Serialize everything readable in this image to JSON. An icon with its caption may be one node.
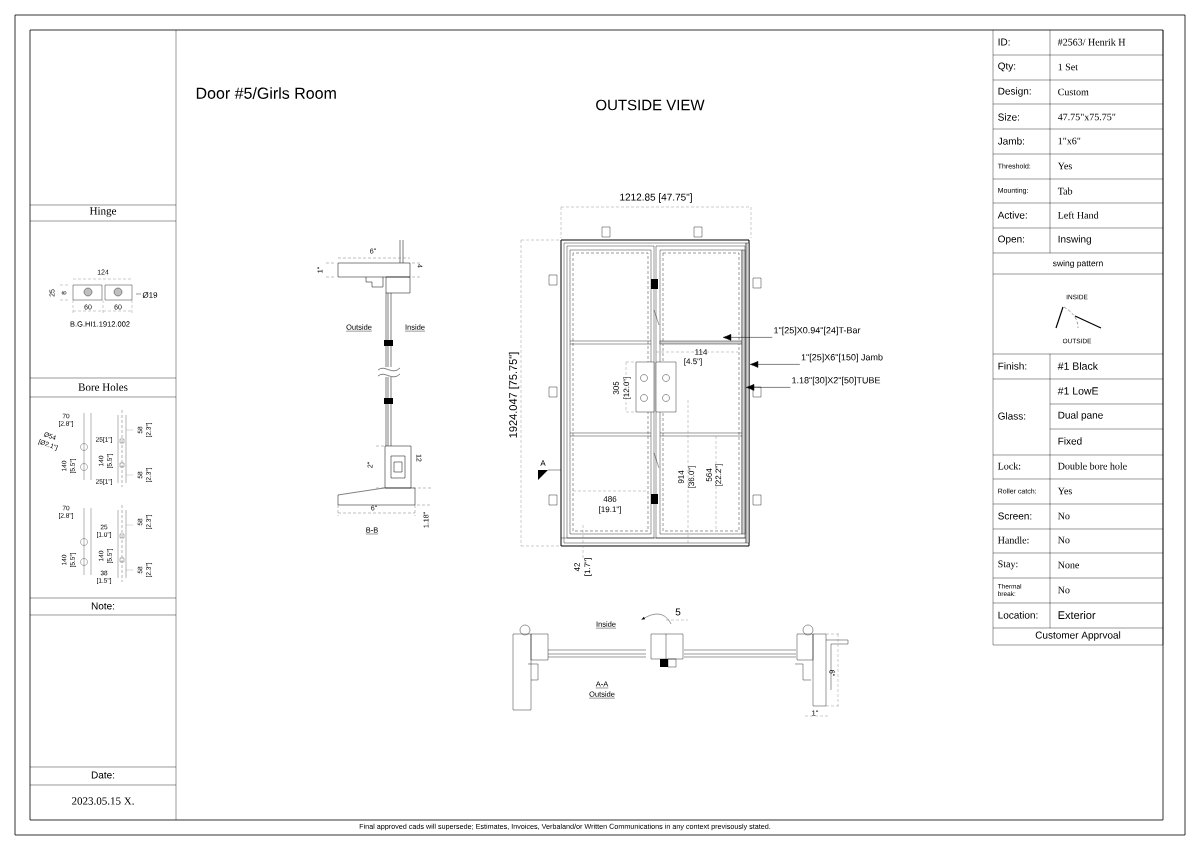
{
  "diagram": {
    "title": "Door #5/Girls Room",
    "nodes": [
      {
        "text": [
          "1\"[25]X0.94\"[24]T-Bar"
        ]
      },
      {
        "text": [
          "1\"[25]X6\"[150] Jamb"
        ]
      },
      {
        "text": [
          "1.18\"[30]X2\"[50]TUBE"
        ]
      },
      {
        "text": [],
        "shape": "bar"
      },
      {
        "text": [],
        "shape": "bar"
      },
      {
        "text": [],
        "shape": "bar"
      }
    ],
    "edges": [
      {
        "from": 0,
        "to": 3,
        "arrow": "to"
      },
      {
        "from": 1,
        "to": 5,
        "arrow": "to"
      },
      {
        "from": 2,
        "to": 4,
        "arrow": "to"
      }
    ],
    "labels": [
      "Hinge",
      "124",
      "25",
      "8",
      "Ø19",
      "60",
      "60",
      "B.G.HI1.1912.002",
      "Bore Holes",
      "70",
      "[2.8\"]",
      "Ø54",
      "[Ø2.1\"]",
      "140",
      "[5.5\"]",
      "25[1\"]",
      "58",
      "[2.3\"]",
      "140",
      "[5.5\"]",
      "25[1\"]",
      "58",
      "[2.3\"]",
      "70",
      "[2.8\"]",
      "140",
      "[5.5\"]",
      "25",
      "[1.0\"]",
      "58",
      "[2.3\"]",
      "140",
      "[5.5\"]",
      "38",
      "[1.5\"]",
      "58",
      "[2.3\"]",
      "Note:",
      "Date:",
      "2023.05.15 X.",
      "OUTSIDE VIEW",
      "6\"",
      "1\"",
      "4",
      "Outside",
      "Inside",
      "2\"",
      "12",
      "6\"",
      "1.18\"",
      "B-B",
      "1212.85 [47.75\"]",
      "1924.047 [75.75\"]",
      "114",
      "[4.5\"]",
      "305",
      "[12.0\"]",
      "A",
      "486",
      "[19.1\"]",
      "914",
      "[36.0\"]",
      "564",
      "[22.2\"]",
      "42",
      "[1.7\"]",
      "5",
      "Inside",
      "A-A",
      "Outside",
      "6\"",
      "1\"",
      "ID:",
      "#2563/ Henrik H",
      "Qty:",
      "1 Set",
      "Design:",
      "Custom",
      "Size:",
      "47.75\"x75.75\"",
      "Jamb:",
      "1\"x6\"",
      "Threshold:",
      "Yes",
      "Mounting:",
      "Tab",
      "Active:",
      "Left Hand",
      "Open:",
      "Inswing",
      "swing pattern",
      "INSIDE",
      "OUTSIDE",
      "Finish:",
      "#1  Black",
      "Glass:",
      "#1  LowE",
      "Dual pane",
      "Fixed",
      "Lock:",
      "Double bore hole",
      "Roller catch:",
      "Yes",
      "Screen:",
      "No",
      "Handle:",
      "No",
      "Stay:",
      "None",
      "Thermal break:",
      "No",
      "Location:",
      "Exterior",
      "Customer  Apprvoal",
      "Final approved cads will supersede; Estimates, Invoices, Verbaland/or Written Communications in any context previsously stated."
    ]
  }
}
